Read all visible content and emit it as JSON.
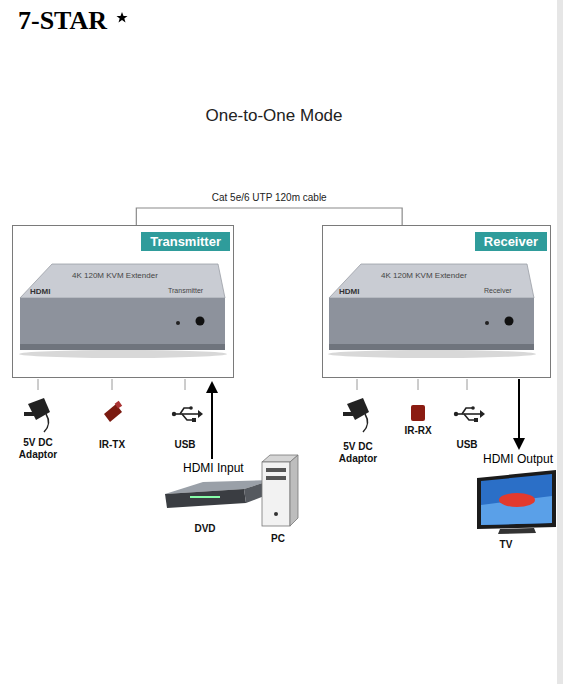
{
  "diagram": {
    "title": "One-to-One Mode",
    "nodes": [
      {
        "text": [
          "Transmitter"
        ]
      },
      {
        "text": [
          "Receiver"
        ]
      }
    ],
    "edges": [
      {
        "from": 0,
        "to": 1,
        "arrow": "none",
        "label": "Cat 5e/6 UTP 120m cable"
      }
    ],
    "labels": [
      "7-STAR",
      "HDMI",
      "4K 120M KVM Extender",
      "Transmitter",
      "HDMI",
      "4K 120M KVM Extender",
      "Receiver",
      "5V DC Adaptor",
      "IR-TX",
      "USB",
      "HDMI Input",
      "DVD",
      "PC",
      "5V DC Adaptor",
      "IR-RX",
      "USB",
      "HDMI Output",
      "TV"
    ]
  }
}
